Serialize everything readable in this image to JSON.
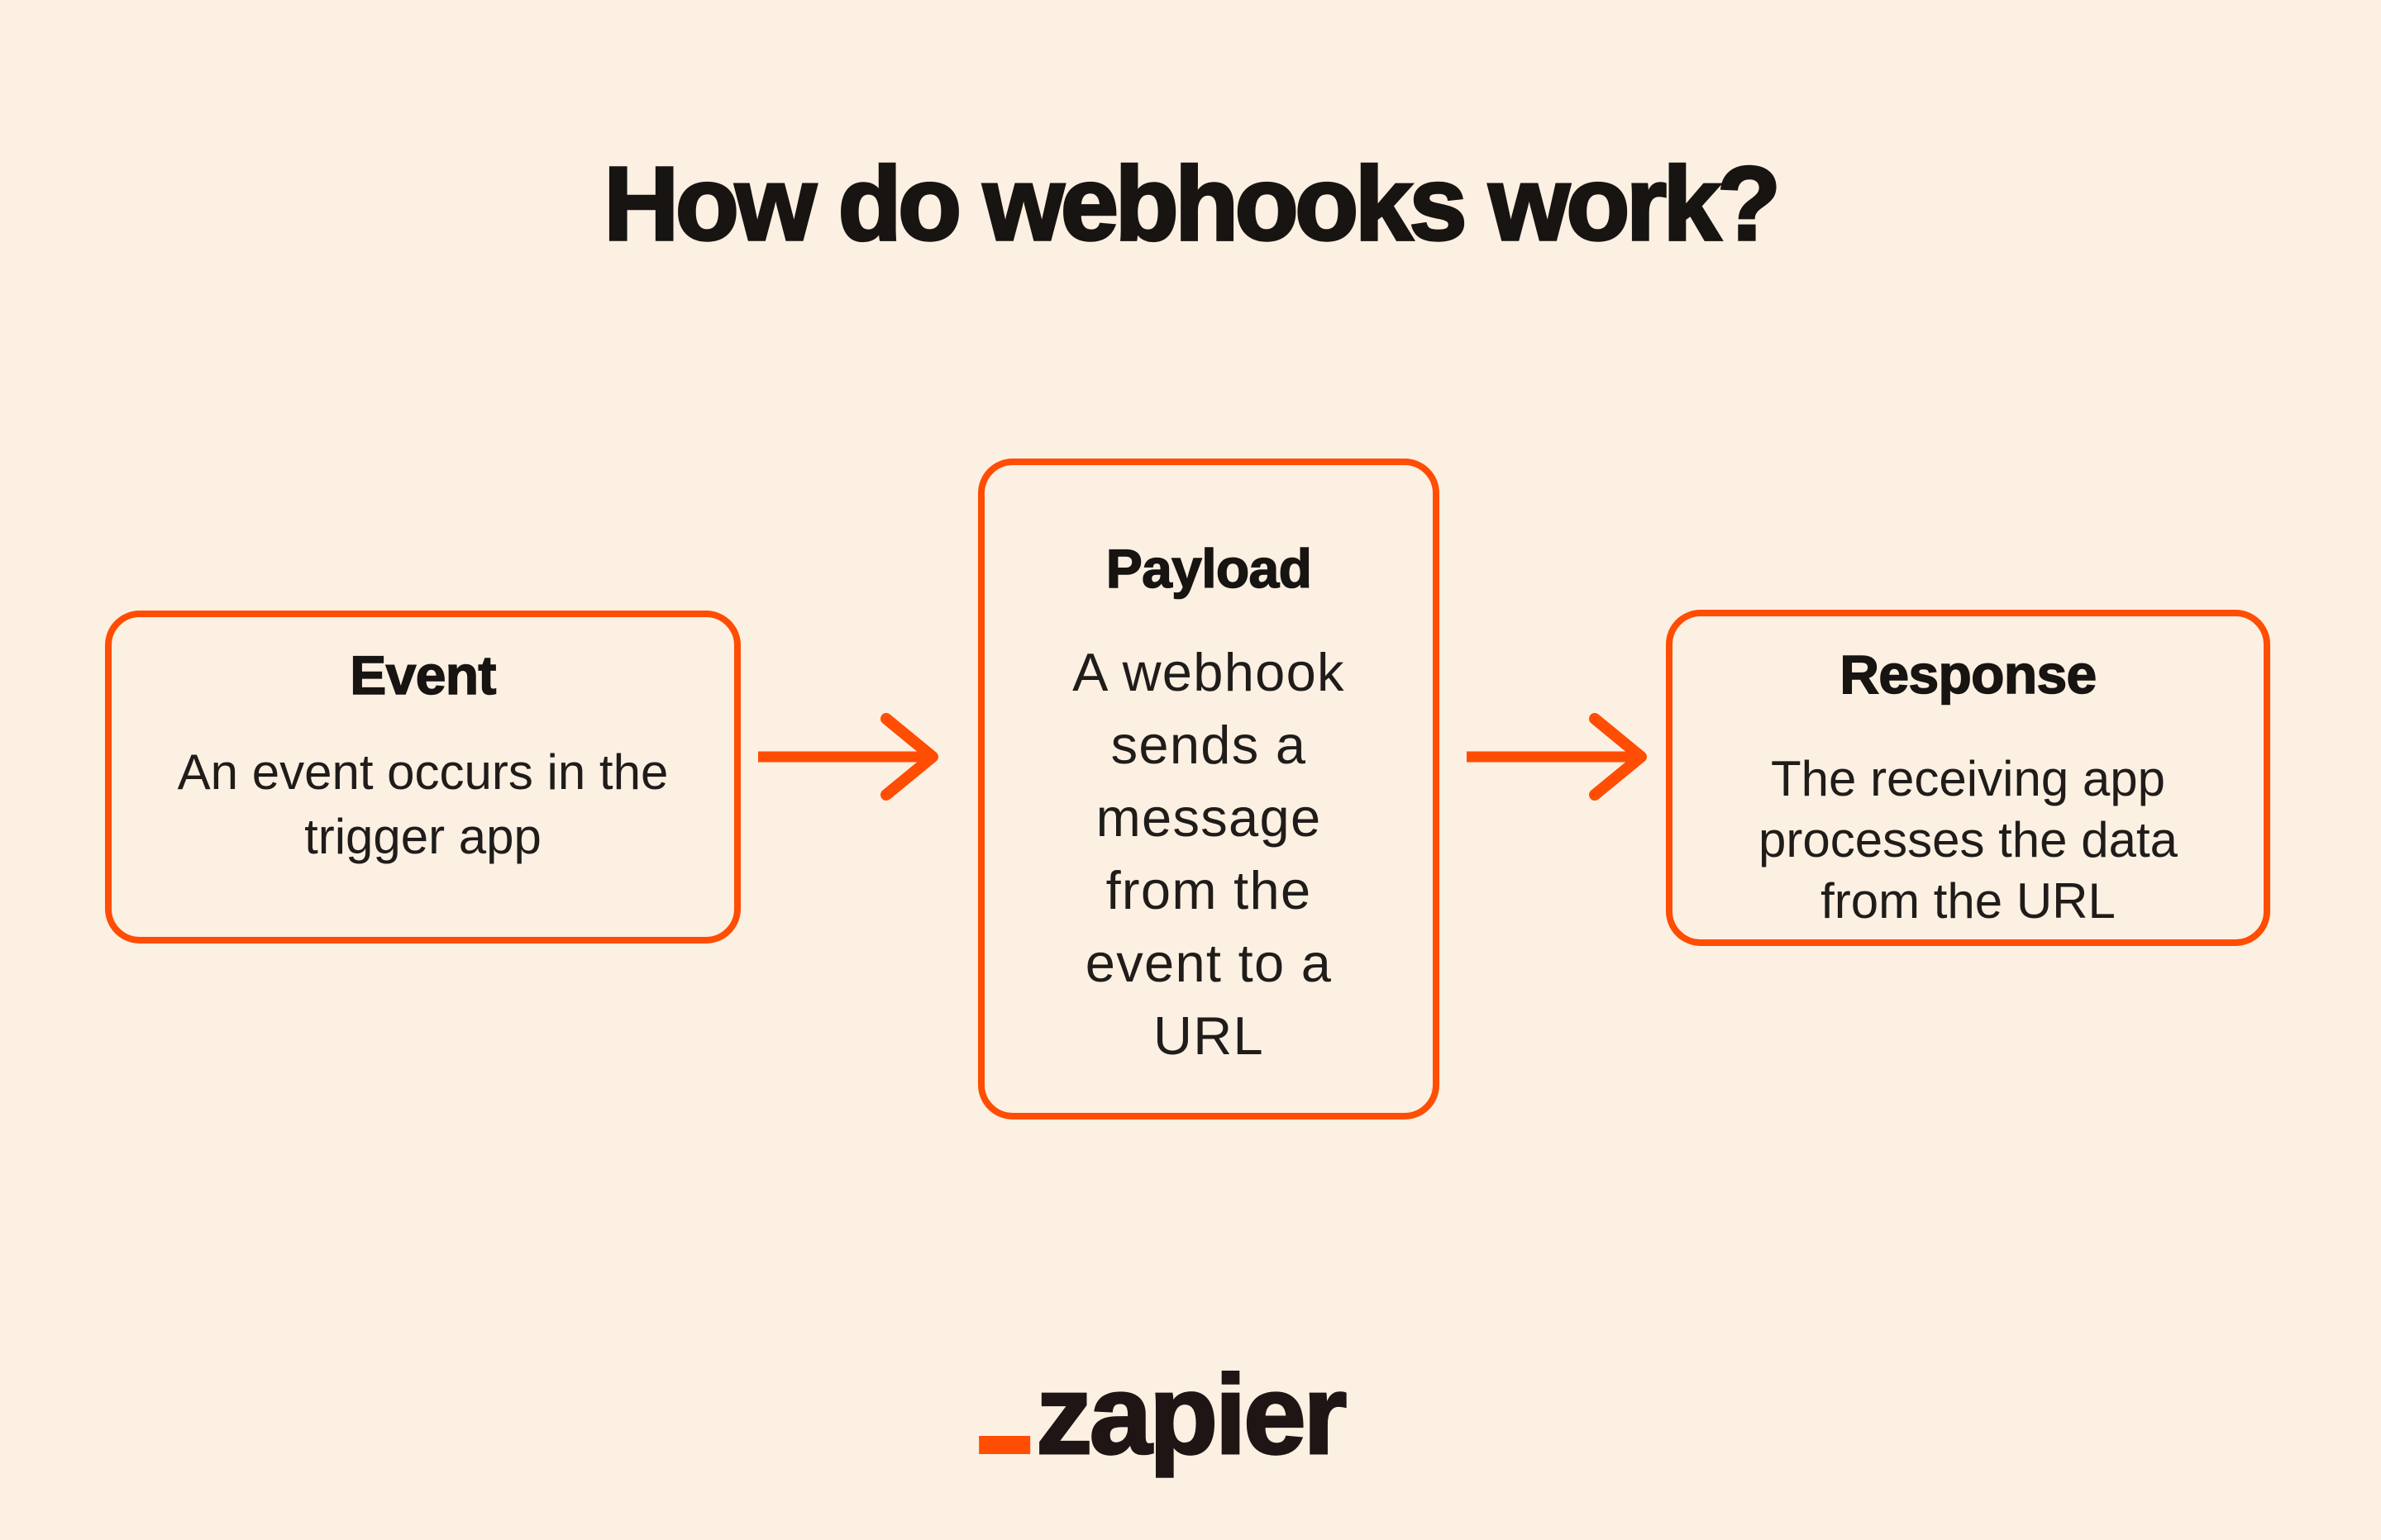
{
  "page": {
    "title": "How do webhooks work?",
    "background_color": "#FCF0E2",
    "accent_color": "#FF4D03",
    "title_color": "#171412"
  },
  "diagram": {
    "steps": [
      {
        "title": "Event",
        "body": "An event occurs in the\ntrigger app"
      },
      {
        "title": "Payload",
        "body": "A webhook\nsends a\nmessage\nfrom the\nevent to a\nURL"
      },
      {
        "title": "Response",
        "body": "The receiving app\nprocesses the data\nfrom the URL"
      }
    ],
    "arrows": [
      {
        "icon": "right-arrow"
      },
      {
        "icon": "right-arrow"
      }
    ]
  },
  "footer": {
    "logo_text": "zapier"
  }
}
